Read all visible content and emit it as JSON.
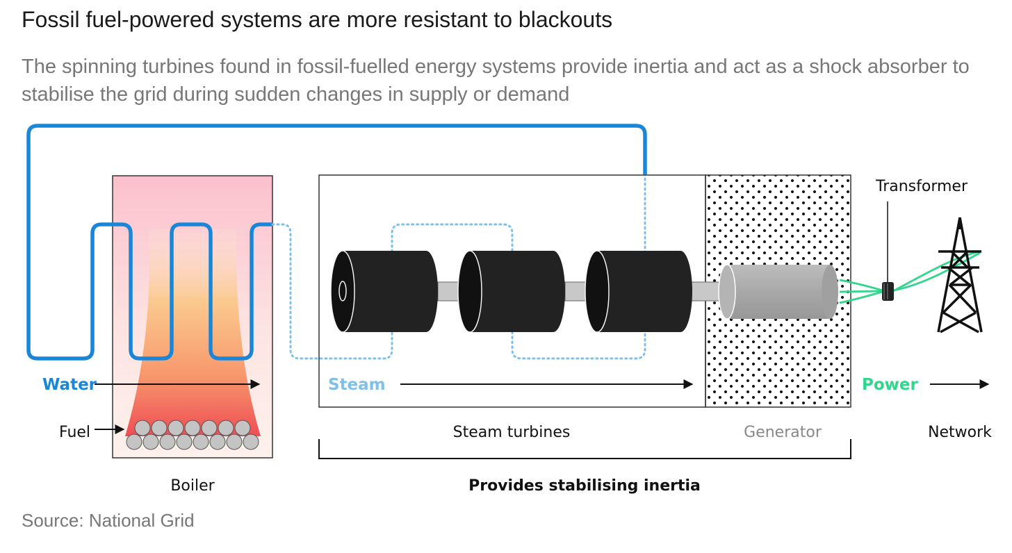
{
  "title": "Fossil fuel-powered systems are more resistant to blackouts",
  "subtitle": "The spinning turbines found in fossil-fuelled energy systems provide inertia and act as a shock absorber to stabilise the grid during sudden changes in supply or demand",
  "source": "Source: National Grid",
  "diagram": {
    "flows": {
      "water": "Water",
      "fuel": "Fuel",
      "steam": "Steam",
      "power": "Power"
    },
    "components": {
      "boiler": "Boiler",
      "steam_turbines": "Steam turbines",
      "generator": "Generator",
      "transformer": "Transformer",
      "network": "Network"
    },
    "bracket_label": "Provides stabilising inertia"
  },
  "colors": {
    "water": "#1a86d8",
    "steam": "#7fc0ea",
    "power": "#2fd68c",
    "turbine": "#222222",
    "generator": "#a6a6a6",
    "generator_label": "#888888",
    "boiler_top": "#f9c0cc",
    "boiler_flame": "#f25555"
  },
  "icons": {
    "tower": "transmission-tower-icon",
    "transformer": "transformer-icon"
  }
}
